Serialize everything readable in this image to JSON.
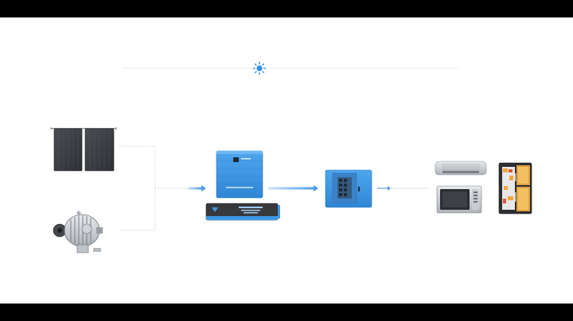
{
  "diagram": {
    "nodes": [
      {
        "id": "sun",
        "icon": "sun-icon"
      },
      {
        "id": "solar-panels",
        "icon": "solar-panel-icon"
      },
      {
        "id": "alternator",
        "icon": "alternator-icon"
      },
      {
        "id": "inverter-charger",
        "icon": "inverter-icon"
      },
      {
        "id": "battery",
        "icon": "battery-icon"
      },
      {
        "id": "distribution-panel",
        "icon": "distribution-box-icon"
      },
      {
        "id": "air-conditioner",
        "icon": "air-conditioner-icon"
      },
      {
        "id": "microwave",
        "icon": "microwave-icon"
      },
      {
        "id": "refrigerator",
        "icon": "refrigerator-icon"
      }
    ],
    "edges": [
      {
        "from": "solar-panels",
        "to": "inverter-charger",
        "style": "dotted"
      },
      {
        "from": "alternator",
        "to": "inverter-charger",
        "style": "dotted"
      },
      {
        "from": "inverter-charger",
        "to": "distribution-panel",
        "style": "arrow"
      },
      {
        "from": "distribution-panel",
        "to": "appliances",
        "style": "arrow"
      }
    ],
    "colors": {
      "accent": "#2f8fe6",
      "device_blue": "#3b93de",
      "arrow": "#7eb8f0",
      "dotted_line": "#c8c8c8",
      "panel_dark": "#3a3d42"
    }
  }
}
